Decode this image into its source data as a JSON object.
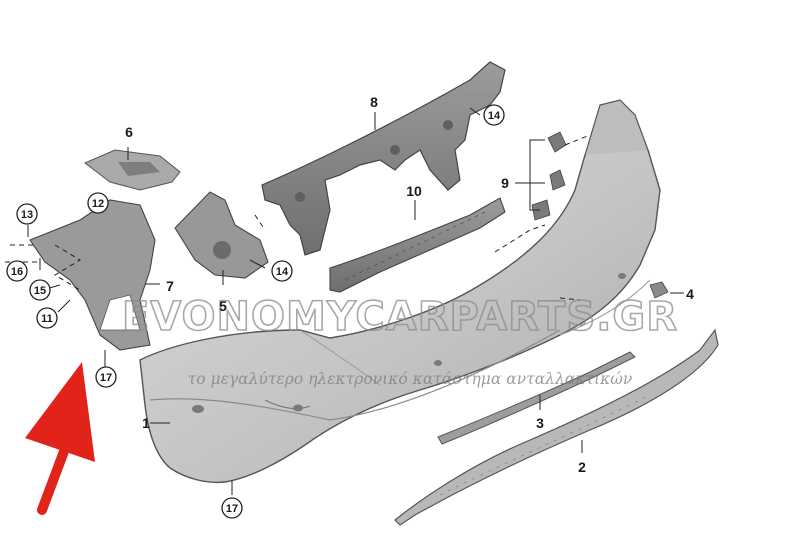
{
  "parts": [
    {
      "id": "p1",
      "label": "1"
    },
    {
      "id": "p2",
      "label": "2"
    },
    {
      "id": "p3",
      "label": "3"
    },
    {
      "id": "p4",
      "label": "4"
    },
    {
      "id": "p5",
      "label": "5"
    },
    {
      "id": "p6",
      "label": "6"
    },
    {
      "id": "p7",
      "label": "7"
    },
    {
      "id": "p8",
      "label": "8"
    },
    {
      "id": "p9",
      "label": "9"
    },
    {
      "id": "p10",
      "label": "10"
    }
  ],
  "circled_parts": [
    {
      "id": "c11",
      "label": "11"
    },
    {
      "id": "c12",
      "label": "12"
    },
    {
      "id": "c13",
      "label": "13"
    },
    {
      "id": "c14a",
      "label": "14"
    },
    {
      "id": "c14b",
      "label": "14"
    },
    {
      "id": "c15",
      "label": "15"
    },
    {
      "id": "c16",
      "label": "16"
    },
    {
      "id": "c17a",
      "label": "17"
    },
    {
      "id": "c17b",
      "label": "17"
    }
  ],
  "watermark": {
    "title": "EVONOMYCARPARTS.GR",
    "subtitle": "το μεγαλύτερο ηλεκτρονικό κατάστημα ανταλλακτικών"
  },
  "colors": {
    "bumper_fill": "#c9c9c9",
    "part_dark": "#8e8e8e",
    "part_mid": "#b2b2b2",
    "outline": "#4a4a4a",
    "arrow": "#e2231a"
  }
}
